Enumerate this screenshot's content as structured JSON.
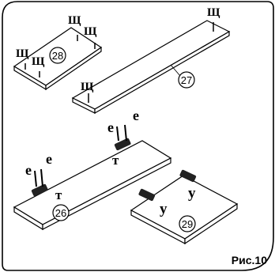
{
  "figure": {
    "caption": "Рис.10"
  },
  "parts": [
    {
      "id": "p28",
      "number": "28"
    },
    {
      "id": "p27",
      "number": "27"
    },
    {
      "id": "p26",
      "number": "26"
    },
    {
      "id": "p29",
      "number": "29"
    }
  ],
  "fastener_labels": {
    "sh": "Щ",
    "e": "е",
    "t": "т",
    "u": "у"
  }
}
